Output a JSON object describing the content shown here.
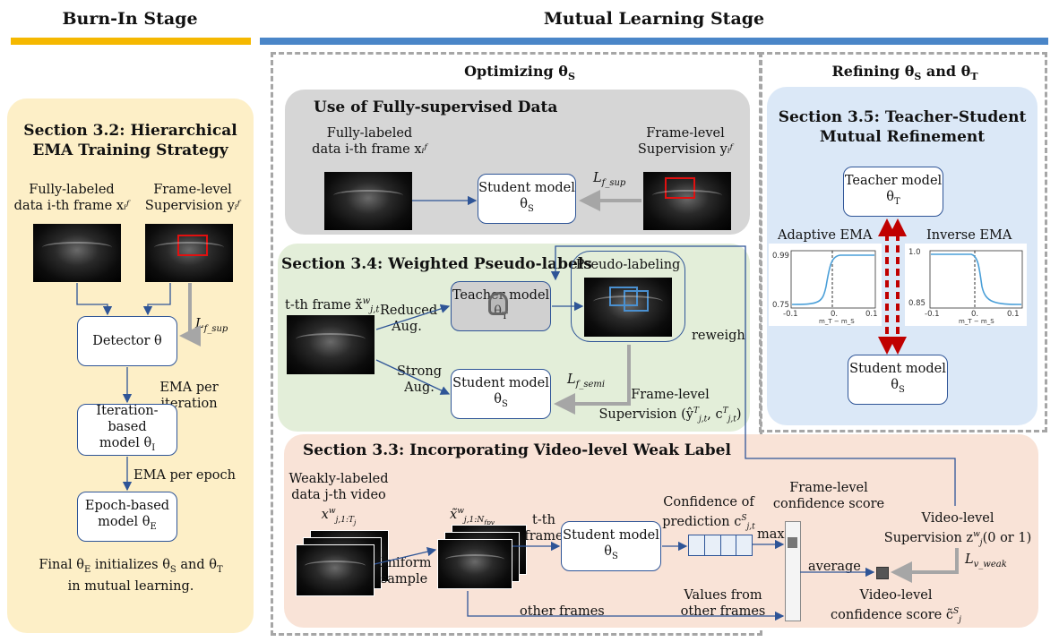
{
  "headers": {
    "burn_in": "Burn-In Stage",
    "mutual": "Mutual Learning Stage"
  },
  "colors": {
    "burn_in_bar": "#f5b800",
    "mutual_bar": "#4a86c8",
    "burn_panel": "#fdefc7",
    "gray_panel": "#d6d6d6",
    "green_panel": "#e3eed9",
    "blue_panel": "#dbe8f7",
    "orange_panel": "#f9e3d7",
    "line_blue": "#2f5597"
  },
  "burn_in": {
    "section_title_1": "Section 3.2: Hierarchical",
    "section_title_2": "EMA Training Strategy",
    "fully_labeled_1": "Fully-labeled",
    "fully_labeled_2": "data i-th frame x",
    "frame_level_1": "Frame-level",
    "frame_level_2": "Supervision y",
    "loss": "L",
    "loss_sub": "f_sup",
    "detector": "Detector θ",
    "ema_iter": "EMA per iteration",
    "iter_model_1": "Iteration-based",
    "iter_model_2": "model θ",
    "iter_model_sub": "I",
    "ema_epoch": "EMA per epoch",
    "epoch_model_1": "Epoch-based",
    "epoch_model_2": "model θ",
    "epoch_model_sub": "E",
    "final_1": "Final θ",
    "final_1_sub": "E",
    "final_1_rest": " initializes θ",
    "final_1_s": "S",
    "final_1_and": " and θ",
    "final_1_t": "T",
    "final_2": "in mutual learning."
  },
  "optimizing": {
    "label": "Optimizing θ",
    "sub": "S"
  },
  "refining": {
    "label": "Refining θ",
    "sub1": "S",
    "and": " and θ",
    "sub2": "T"
  },
  "full_sup": {
    "title": "Use of Fully-supervised Data",
    "fully_labeled_1": "Fully-labeled",
    "fully_labeled_2": "data i-th frame x",
    "frame_level_1": "Frame-level",
    "frame_level_2": "Supervision y",
    "student_1": "Student model",
    "student_2": "θ",
    "student_sub": "S",
    "loss": "L",
    "loss_sub": "f_sup"
  },
  "pseudo": {
    "title": "Section 3.4: Weighted Pseudo-labels",
    "tframe": "t-th frame x̃",
    "reduced_1": "Reduced",
    "reduced_2": "Aug.",
    "strong_1": "Strong",
    "strong_2": "Aug.",
    "teacher_1": "Teacher model",
    "teacher_2": "θ",
    "teacher_sub": "T",
    "student_1": "Student model",
    "student_2": "θ",
    "student_sub": "S",
    "pseudo_labeling": "Pseudo-labeling",
    "reweigh": "reweigh",
    "loss": "L",
    "loss_sub": "f_semi",
    "frame_level_1": "Frame-level",
    "frame_level_2": "Supervision (ŷ",
    "frame_level_2b": ", c",
    "frame_level_2c": ")"
  },
  "mutual_ref": {
    "title_1": "Section 3.5: Teacher-Student",
    "title_2": "Mutual Refinement",
    "teacher_1": "Teacher model",
    "teacher_2": "θ",
    "teacher_sub": "T",
    "student_1": "Student model",
    "student_2": "θ",
    "student_sub": "S",
    "adaptive": "Adaptive EMA",
    "inverse": "Inverse EMA",
    "ad_y_top": "0.99",
    "ad_y_bot": "0.75",
    "inv_y_top": "1.0",
    "inv_y_bot": "0.85",
    "x_neg": "-0.1",
    "x_zero": "0.",
    "x_pos": "0.1",
    "x_label": "m_T − m_S"
  },
  "video": {
    "title": "Section 3.3: Incorporating Video-level Weak Label",
    "weak_1": "Weakly-labeled",
    "weak_2": "data j-th video",
    "uniform_1": "Uniform",
    "uniform_2": "sample",
    "tth_1": "t-th",
    "tth_2": "frame",
    "student_1": "Student model",
    "student_2": "θ",
    "student_sub": "S",
    "conf_1": "Confidence of",
    "conf_2": "prediction c",
    "max": "max",
    "frame_conf_1": "Frame-level",
    "frame_conf_2": "confidence score",
    "average": "average",
    "video_sup_1": "Video-level",
    "video_sup_2": "Supervision z",
    "video_sup_3": "(0 or 1)",
    "loss": "L",
    "loss_sub": "v_weak",
    "values_1": "Values from",
    "values_2": "other frames",
    "other_frames": "other frames",
    "video_conf_1": "Video-level",
    "video_conf_2": "confidence score c̃"
  }
}
